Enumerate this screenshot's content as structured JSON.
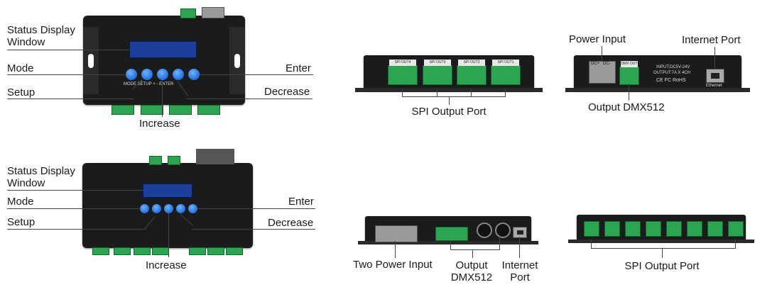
{
  "top_left": {
    "status_display": "Status Display\nWindow",
    "mode": "Mode",
    "setup": "Setup",
    "increase": "Increase",
    "enter": "Enter",
    "decrease": "Decrease",
    "button_caption": "MODE  SETUP   +     -    ENTER"
  },
  "bottom_left": {
    "status_display": "Status Display\nWindow",
    "mode": "Mode",
    "setup": "Setup",
    "increase": "Increase",
    "enter": "Enter",
    "decrease": "Decrease"
  },
  "top_middle": {
    "caption": "SPI Output Port",
    "ports": [
      "SPI OUT4",
      "SPI OUT3",
      "SPI OUT2",
      "SPI OUT1"
    ]
  },
  "top_right": {
    "power_input": "Power Input",
    "internet_port": "Internet Port",
    "output_dmx": "Output DMX512",
    "dc_labels": [
      "DC+",
      "DC-"
    ],
    "dmx_label": "DMX OUT",
    "spec_lines": [
      "INPUT:DC5V-24V",
      "OUTPUT:7A X 4CH"
    ],
    "cert": "CE FC RoHS",
    "ethernet": "Ethernet"
  },
  "bottom_middle": {
    "two_power": "Two Power Input",
    "output_dmx": "Output\nDMX512",
    "internet_port": "Internet\nPort"
  },
  "bottom_right": {
    "caption": "SPI Output Port"
  }
}
